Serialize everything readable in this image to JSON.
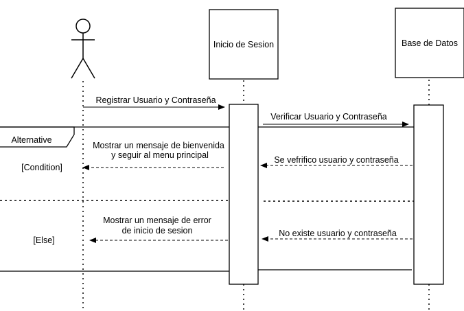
{
  "actor": {
    "name": ""
  },
  "lifelines": {
    "inicio": "Inicio de Sesion",
    "base": "Base de Datos"
  },
  "frame": {
    "label": "Alternative",
    "condition": "[Condition]",
    "else": "[Else]"
  },
  "messages": {
    "m1": "Registrar Usuario y Contraseña",
    "m2": "Verificar Usuario y Contraseña",
    "m3": "Se vefrifico usuario y contraseña",
    "m4_line1": "Mostrar un mensaje de bienvenida",
    "m4_line2": "y seguir al menu principal",
    "m5": "No existe usuario y contraseña",
    "m6_line1": "Mostrar un mensaje de error",
    "m6_line2": "de inicio de sesion"
  }
}
